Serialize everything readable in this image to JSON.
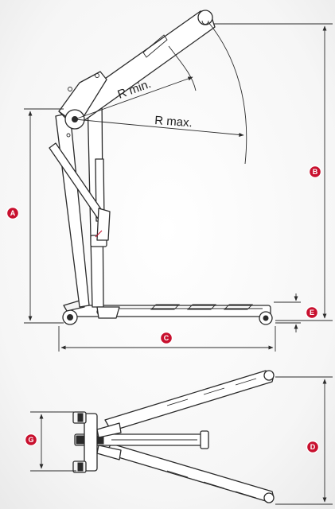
{
  "radius_labels": {
    "min": "R min.",
    "max": "R max."
  },
  "badges": {
    "a": "A",
    "b": "B",
    "c": "C",
    "d": "D",
    "e": "E",
    "g": "G"
  },
  "colors": {
    "badge": "#c8102e",
    "line": "#2b2b2b",
    "background": "#ffffff"
  }
}
